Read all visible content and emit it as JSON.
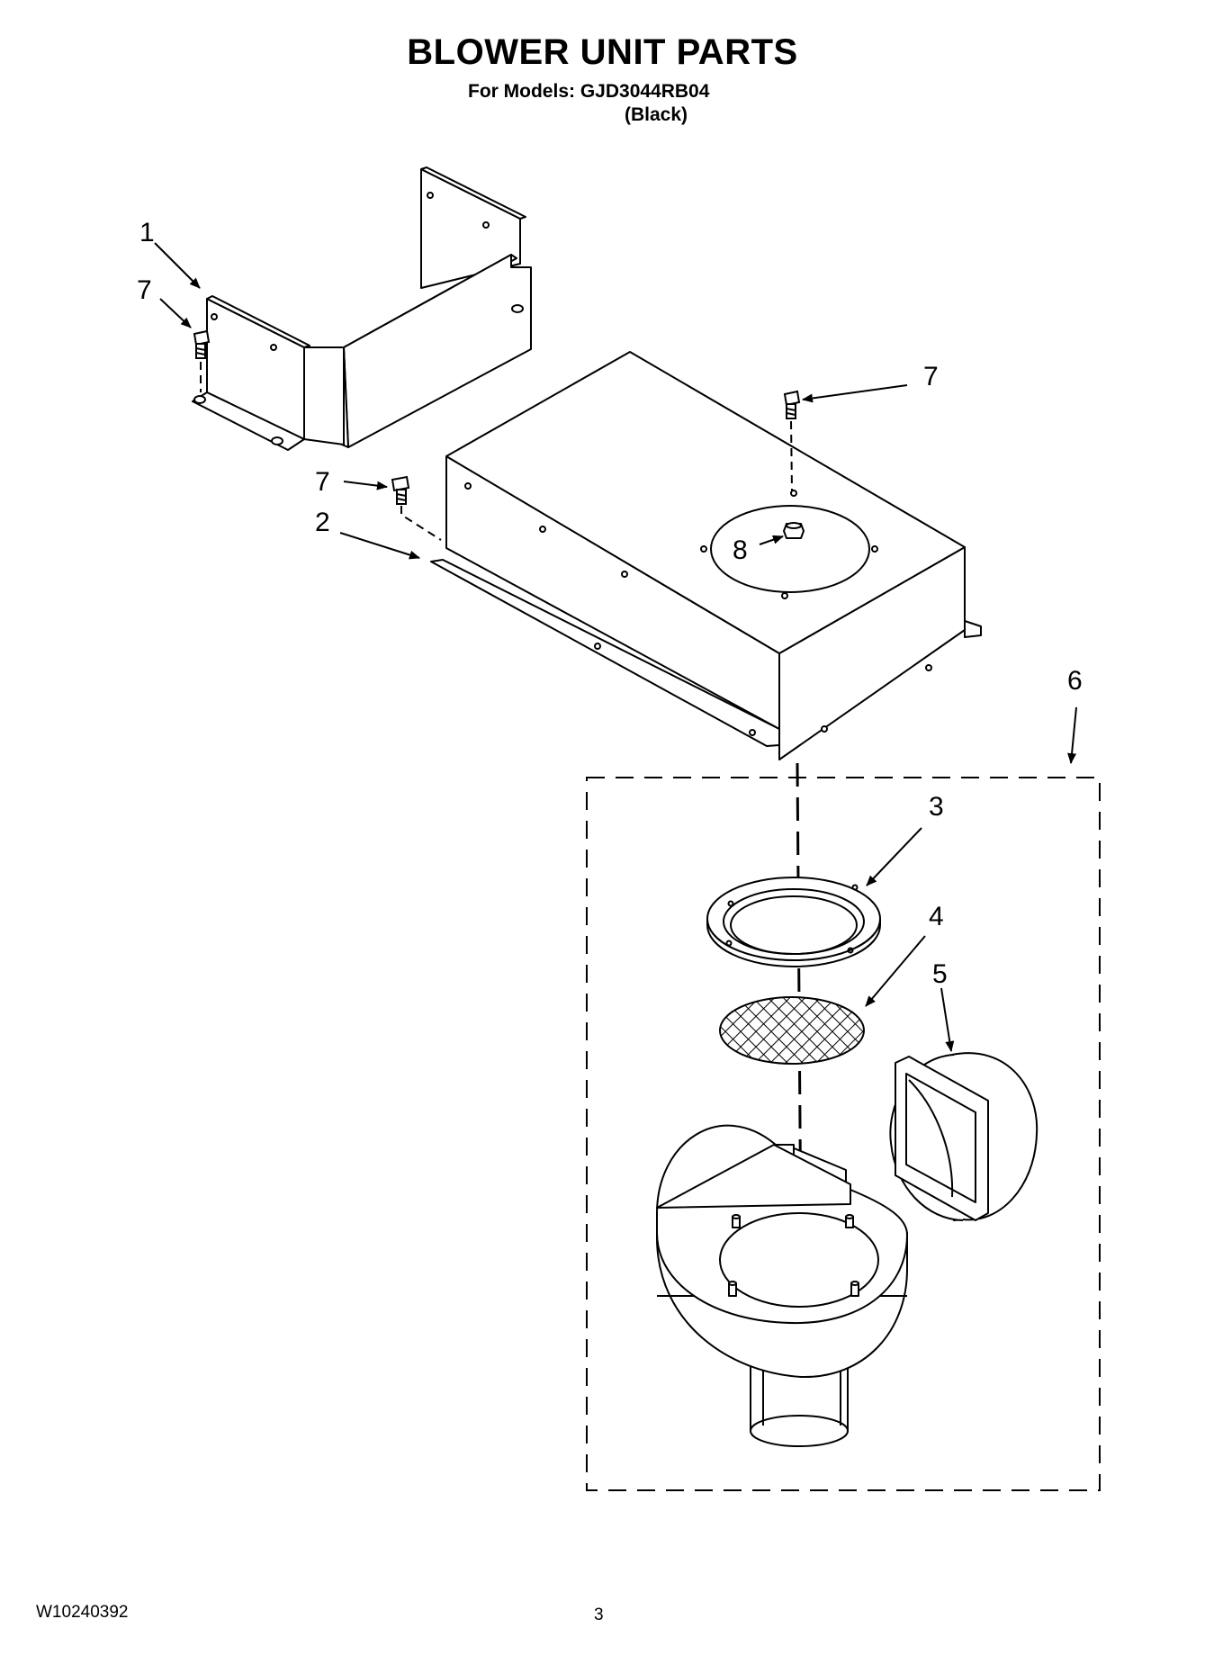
{
  "header": {
    "title": "BLOWER UNIT PARTS",
    "models_line": "For Models: GJD3044RB04",
    "variant_line": "(Black)"
  },
  "footer": {
    "document_number": "W10240392",
    "page_number": "3"
  },
  "callouts": {
    "c1": "1",
    "c2": "2",
    "c3": "3",
    "c4": "4",
    "c5": "5",
    "c6": "6",
    "c7a": "7",
    "c7b": "7",
    "c7c": "7",
    "c8": "8"
  },
  "colors": {
    "line": "#000000",
    "background": "#ffffff"
  }
}
